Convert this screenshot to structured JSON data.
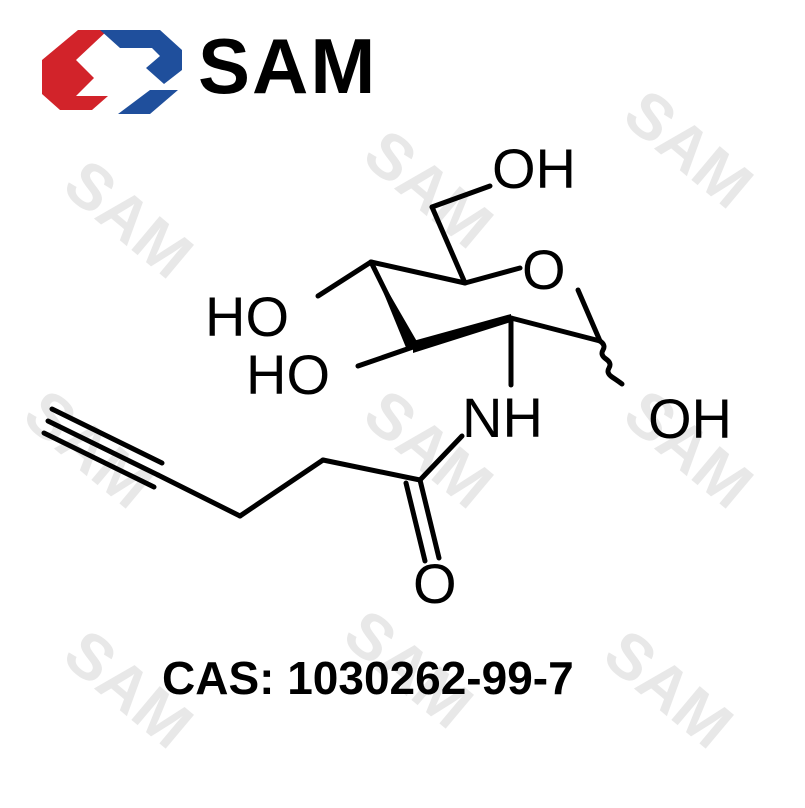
{
  "logo": {
    "brand_text": "SAM",
    "colors": {
      "red": "#d2232a",
      "blue": "#1f4f9c"
    }
  },
  "watermark": {
    "text": "SAM",
    "color": "#e8e8e8"
  },
  "molecule": {
    "atoms": {
      "oh_ch2": "OH",
      "ring_o": "O",
      "oh_c4": "HO",
      "oh_c3": "HO",
      "oh_anomeric": "OH",
      "nh": "NH",
      "carbonyl_o": "O"
    },
    "bond_color": "#000000"
  },
  "cas_text": "CAS: 1030262-99-7"
}
